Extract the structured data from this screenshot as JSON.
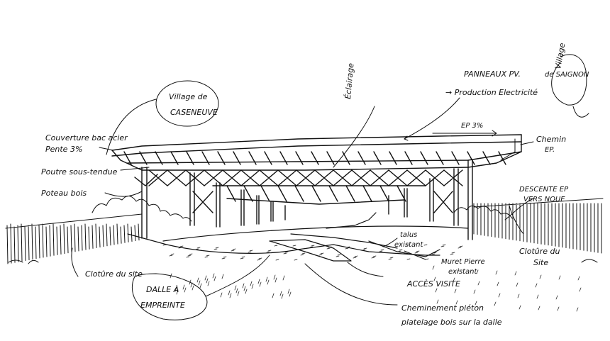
{
  "annotations": {
    "village_caseneuve_1": "Village de",
    "village_caseneuve_2": "CASENEUVE",
    "village_saignon_1": "Village",
    "village_saignon_2": "de SAIGNON",
    "couverture_1": "Couverture bac acier",
    "couverture_2": "Pente 3%",
    "poutre": "Poutre sous-tendue",
    "poteau": "Poteau bois",
    "eclairage": "Éclairage",
    "panneaux_1": "PANNEAUX PV.",
    "panneaux_2": "→ Production Electricité",
    "ep": "EP 3%",
    "chemin_1": "Chemin",
    "chemin_2": "EP.",
    "descente_1": "DESCENTE EP",
    "descente_2": "VERS NOUE",
    "talus_1": "talus",
    "talus_2": "existant",
    "muret_1": "Muret Pierre",
    "muret_2": "existant",
    "acces": "ACCÈS VISITE",
    "cloture_gauche": "Clotûre du site",
    "cloture_droite_1": "Clotûre du",
    "cloture_droite_2": "Site",
    "dalle_1": "DALLE À",
    "dalle_2": "EMPREINTE",
    "cheminement_1": "Cheminement piéton",
    "cheminement_2": "platelage bois sur la dalle"
  }
}
